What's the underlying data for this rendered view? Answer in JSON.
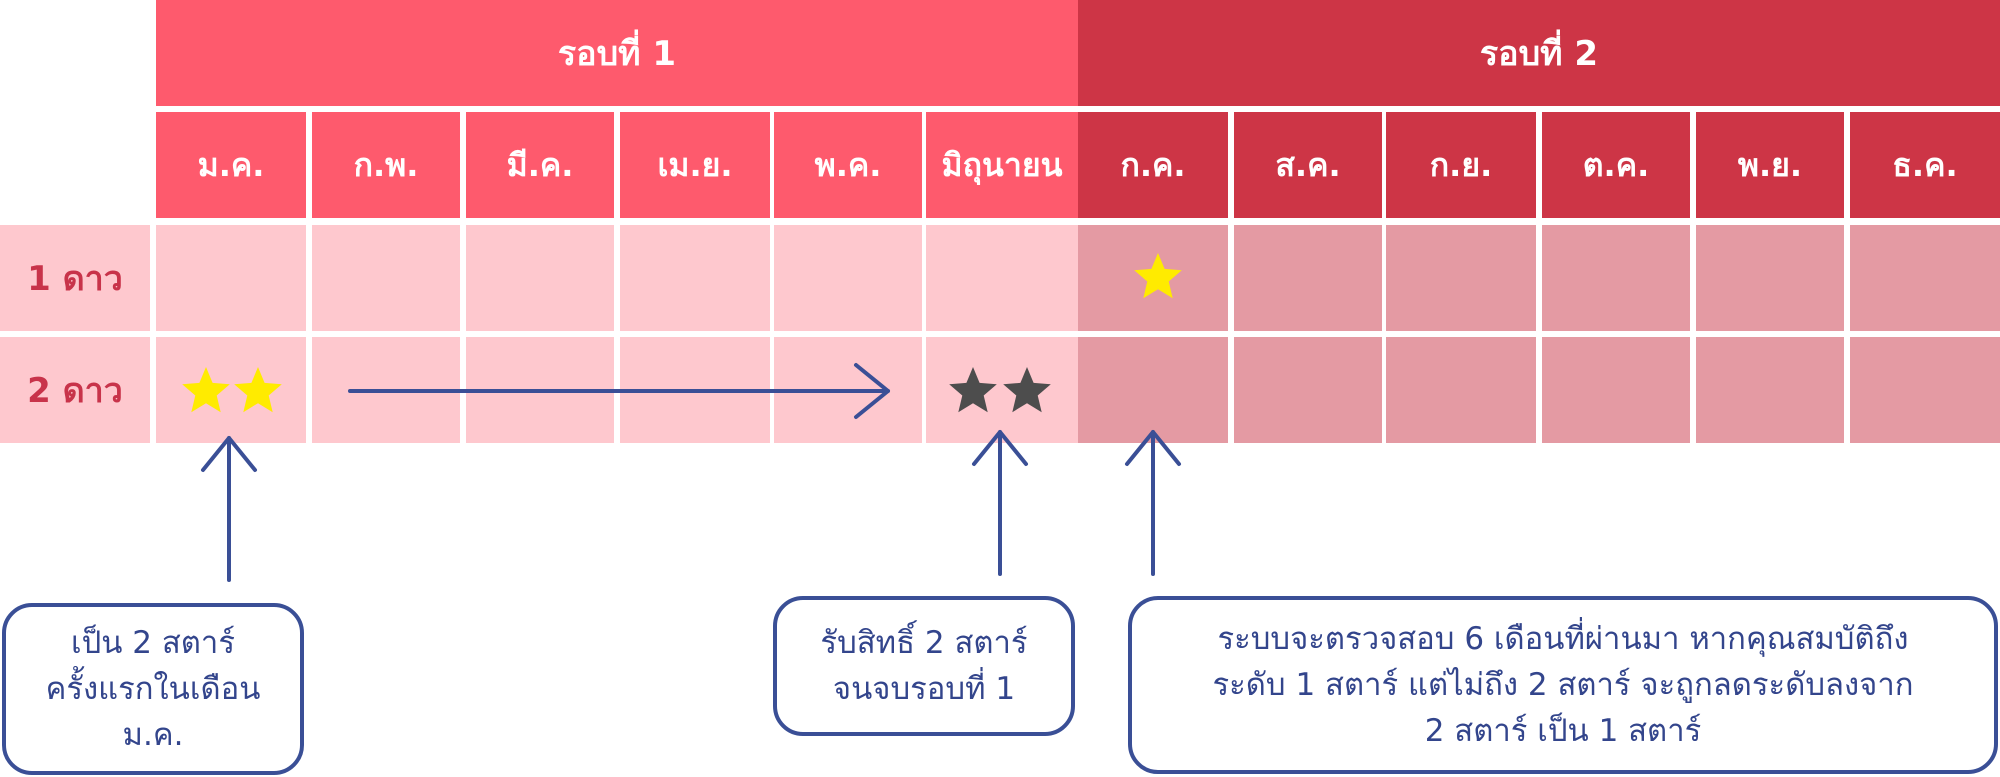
{
  "rounds": [
    {
      "label": "รอบที่ 1"
    },
    {
      "label": "รอบที่ 2"
    }
  ],
  "months": [
    "ม.ค.",
    "ก.พ.",
    "มี.ค.",
    "เม.ย.",
    "พ.ค.",
    "มิถุนายน",
    "ก.ค.",
    "ส.ค.",
    "ก.ย.",
    "ต.ค.",
    "พ.ย.",
    "ธ.ค."
  ],
  "rows": [
    {
      "label": "1 ดาว"
    },
    {
      "label": "2 ดาว"
    }
  ],
  "stars": [
    {
      "row": "1 ดาว",
      "month": "ก.ค.",
      "count": 1,
      "color": "#ffeb00"
    },
    {
      "row": "2 ดาว",
      "month": "ม.ค.",
      "count": 2,
      "color": "#ffeb00"
    },
    {
      "row": "2 ดาว",
      "month": "มิถุนายน",
      "count": 2,
      "color": "#4d4d4d"
    }
  ],
  "notes": {
    "first_two_star": "เป็น 2 สตาร์\nครั้งแรกในเดือน\nม.ค.",
    "keep_two_star": "รับสิทธิ์ 2 สตาร์\nจนจบรอบที่ 1",
    "review": "ระบบจะตรวจสอบ 6 เดือนที่ผ่านมา หากคุณสมบัติถึง\nระดับ 1 สตาร์ แต่ไม่ถึง 2 สตาร์ จะถูกลดระดับลงจาก\n2 สตาร์ เป็น 1 สตาร์"
  },
  "colors": {
    "round1_header": "#fe5a6d",
    "round2_header": "#cd3546",
    "round1_body": "#fec8ce",
    "round2_body": "#e49aa3",
    "arrow": "#3a4f96",
    "label": "#c8334a"
  }
}
